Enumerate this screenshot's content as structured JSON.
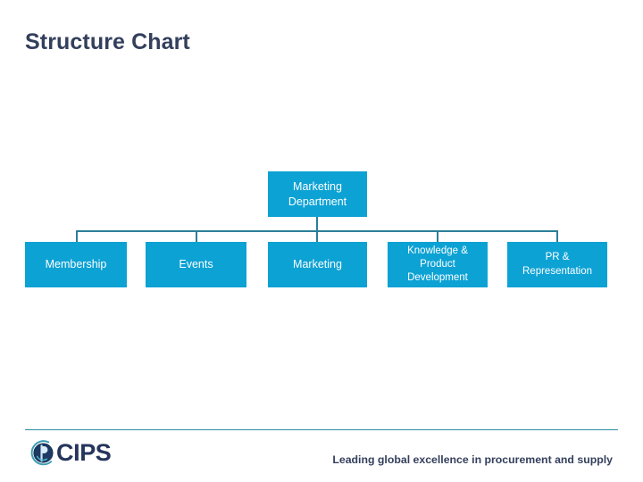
{
  "slide": {
    "title": "Structure Chart"
  },
  "chart_data": {
    "type": "diagram",
    "diagram_type": "organization-chart",
    "title": "Structure Chart",
    "orientation": "top-down",
    "levels": 2,
    "node_fill_color": "#0da2d4",
    "node_text_color": "#ffffff",
    "connector_color": "#2b7f98",
    "root": {
      "id": "marketing-department",
      "label": "Marketing Department"
    },
    "children": [
      {
        "id": "membership",
        "label": "Membership"
      },
      {
        "id": "events",
        "label": "Events"
      },
      {
        "id": "marketing",
        "label": "Marketing"
      },
      {
        "id": "knowledge-product-development",
        "label": "Knowledge & Product Development"
      },
      {
        "id": "pr-representation",
        "label": "PR & Representation"
      }
    ],
    "edges": [
      {
        "from": "marketing-department",
        "to": "membership"
      },
      {
        "from": "marketing-department",
        "to": "events"
      },
      {
        "from": "marketing-department",
        "to": "marketing"
      },
      {
        "from": "marketing-department",
        "to": "knowledge-product-development"
      },
      {
        "from": "marketing-department",
        "to": "pr-representation"
      }
    ]
  },
  "footer": {
    "logo_word": "CIPS",
    "logo_icon": "cips-globe-emblem",
    "tagline": "Leading global excellence in procurement and supply"
  },
  "colors": {
    "title": "#333f5c",
    "node_fill": "#0da2d4",
    "connector": "#2b7f98",
    "rule": "#2b8ea3",
    "logo_navy": "#26355c",
    "logo_teal": "#2f93ab"
  }
}
